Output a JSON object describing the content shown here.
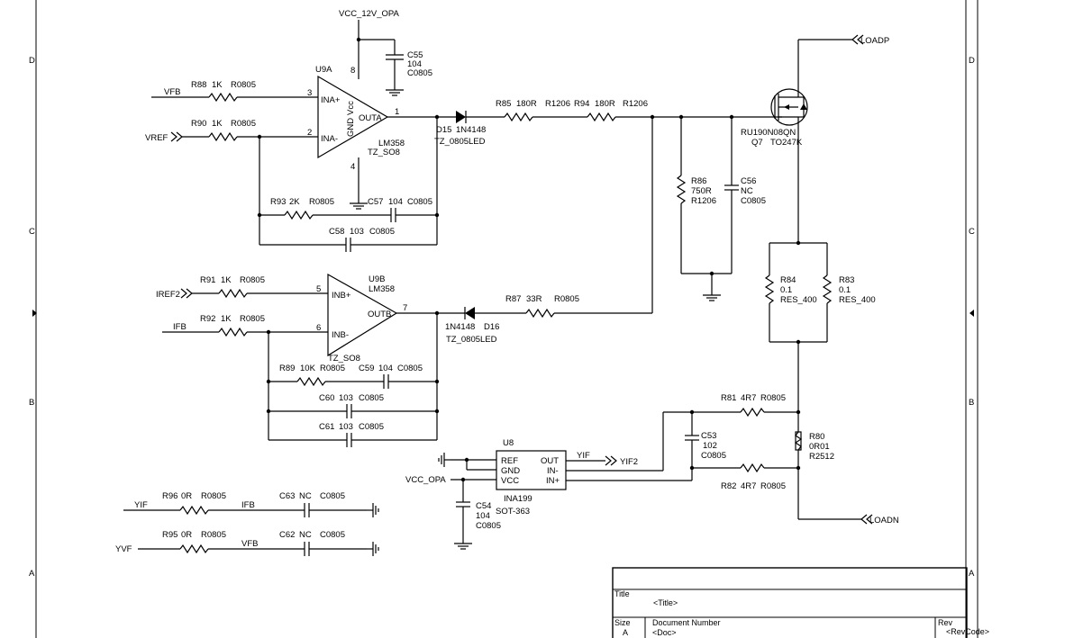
{
  "border": {
    "zones_left": [
      "D",
      "C",
      "B",
      "A"
    ],
    "zones_right": [
      "D",
      "C",
      "B",
      "A"
    ]
  },
  "power": {
    "vcc12": "VCC_12V_OPA",
    "vcc_opa": "VCC_OPA"
  },
  "u9a": {
    "ref": "U9A",
    "part": "LM358",
    "footprint": "TZ_SO8",
    "pin_inp": "3",
    "pin_inn": "2",
    "pin_out": "1",
    "pin_vcc": "8",
    "pin_gnd": "4",
    "lbl_inp": "INA+",
    "lbl_inn": "INA-",
    "lbl_out": "OUTA",
    "lbl_gnd": "GND",
    "lbl_vcc": "Vcc"
  },
  "u9b": {
    "ref": "U9B",
    "part": "LM358",
    "footprint": "TZ_SO8",
    "pin_inp": "5",
    "pin_inn": "6",
    "pin_out": "7",
    "lbl_inp": "INB+",
    "lbl_inn": "INB-",
    "lbl_out": "OUTB"
  },
  "u8": {
    "ref": "U8",
    "part": "INA199",
    "footprint": "SOT-363",
    "lbl_ref": "REF",
    "lbl_gnd": "GND",
    "lbl_vcc": "VCC",
    "lbl_out": "OUT",
    "lbl_inn": "IN-",
    "lbl_inp": "IN+"
  },
  "q7": {
    "ref": "Q7",
    "part": "RU190N08QN",
    "footprint": "TO247K"
  },
  "d15": {
    "ref": "D15",
    "part": "1N4148",
    "footprint": "TZ_0805LED"
  },
  "d16": {
    "ref": "D16",
    "part": "1N4148",
    "footprint": "TZ_0805LED"
  },
  "resistors": {
    "r88": {
      "ref": "R88",
      "val": "1K",
      "fp": "R0805"
    },
    "r90": {
      "ref": "R90",
      "val": "1K",
      "fp": "R0805"
    },
    "r93": {
      "ref": "R93",
      "val": "2K",
      "fp": "R0805"
    },
    "r85": {
      "ref": "R85",
      "val": "180R",
      "fp": "R1206"
    },
    "r94": {
      "ref": "R94",
      "val": "180R",
      "fp": "R1206"
    },
    "r86": {
      "ref": "R86",
      "val": "750R",
      "fp": "R1206"
    },
    "r84": {
      "ref": "R84",
      "val": "0.1",
      "fp": "RES_400"
    },
    "r83": {
      "ref": "R83",
      "val": "0.1",
      "fp": "RES_400"
    },
    "r91": {
      "ref": "R91",
      "val": "1K",
      "fp": "R0805"
    },
    "r92": {
      "ref": "R92",
      "val": "1K",
      "fp": "R0805"
    },
    "r87": {
      "ref": "R87",
      "val": "33R",
      "fp": "R0805"
    },
    "r89": {
      "ref": "R89",
      "val": "10K",
      "fp": "R0805"
    },
    "r81": {
      "ref": "R81",
      "val": "4R7",
      "fp": "R0805"
    },
    "r82": {
      "ref": "R82",
      "val": "4R7",
      "fp": "R0805"
    },
    "r80": {
      "ref": "R80",
      "val": "0R01",
      "fp": "R2512"
    },
    "r96": {
      "ref": "R96",
      "val": "0R",
      "fp": "R0805"
    },
    "r95": {
      "ref": "R95",
      "val": "0R",
      "fp": "R0805"
    }
  },
  "capacitors": {
    "c55": {
      "ref": "C55",
      "val": "104",
      "fp": "C0805"
    },
    "c57": {
      "ref": "C57",
      "val": "104",
      "fp": "C0805"
    },
    "c58": {
      "ref": "C58",
      "val": "103",
      "fp": "C0805"
    },
    "c56": {
      "ref": "C56",
      "val": "NC",
      "fp": "C0805"
    },
    "c59": {
      "ref": "C59",
      "val": "104",
      "fp": "C0805"
    },
    "c60": {
      "ref": "C60",
      "val": "103",
      "fp": "C0805"
    },
    "c61": {
      "ref": "C61",
      "val": "103",
      "fp": "C0805"
    },
    "c53": {
      "ref": "C53",
      "val": "102",
      "fp": "C0805"
    },
    "c54": {
      "ref": "C54",
      "val": "104",
      "fp": "C0805"
    },
    "c63": {
      "ref": "C63",
      "val": "NC",
      "fp": "C0805"
    },
    "c62": {
      "ref": "C62",
      "val": "NC",
      "fp": "C0805"
    }
  },
  "nets": {
    "vfb": "VFB",
    "vref": "VREF",
    "iref2": "IREF2",
    "ifb": "IFB",
    "yif": "YIF",
    "yif2": "YIF2",
    "yvf": "YVF",
    "loadp": "LOADP",
    "loadn": "LOADN",
    "ifb2": "IFB",
    "vfb2": "VFB"
  },
  "title_block": {
    "title_label": "Title",
    "title_value": "<Title>",
    "size_label": "Size",
    "size_value": "A",
    "docnum_label": "Document Number",
    "docnum_value": "<Doc>",
    "rev_label": "Rev",
    "rev_value": "<RevCode>"
  }
}
